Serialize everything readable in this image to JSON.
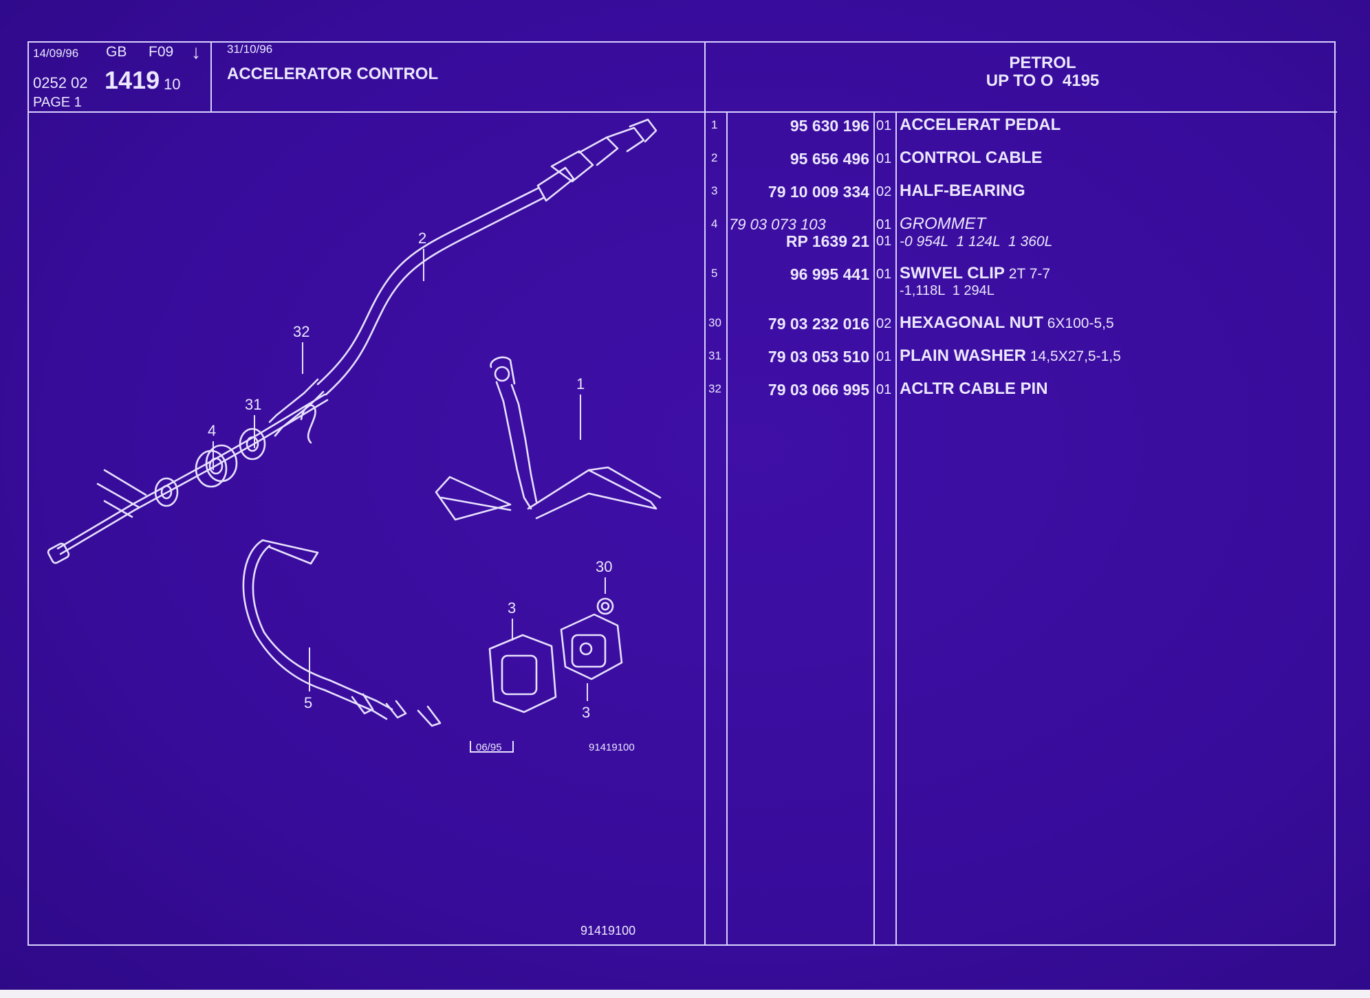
{
  "header": {
    "date1": "14/09/96",
    "country": "GB",
    "code": "F09",
    "arrow": "↓",
    "ref_prefix": "0252 02",
    "plate_number": "1419",
    "ref_suffix": "10",
    "page_label": "PAGE 1",
    "date2": "31/10/96",
    "title": "ACCELERATOR CONTROL",
    "fuel": "PETROL",
    "range": "UP TO O  4195"
  },
  "parts": [
    {
      "num": "1",
      "ref": "95 630 196",
      "qty": "01",
      "desc": "ACCELERAT PEDAL",
      "extra": ""
    },
    {
      "num": "2",
      "ref": "95 656 496",
      "qty": "01",
      "desc": "CONTROL CABLE",
      "extra": ""
    },
    {
      "num": "3",
      "ref": "79 10 009 334",
      "qty": "02",
      "desc": "HALF-BEARING",
      "extra": ""
    },
    {
      "num": "4",
      "ref": "79 03 073 103",
      "qty": "01",
      "desc": "GROMMET",
      "extra": "",
      "italic": true
    },
    {
      "num": "",
      "ref": "RP  1639 21",
      "qty": "01",
      "desc": "-0 954L  1 124L  1 360L",
      "extra": "",
      "italic": true
    },
    {
      "num": "5",
      "ref": "96 995 441",
      "qty": "01",
      "desc": "SWIVEL CLIP",
      "extra": " 2T 7-7"
    },
    {
      "num": "",
      "ref": "",
      "qty": "",
      "desc": "",
      "extra": "-1,118L  1 294L"
    },
    {
      "num": "30",
      "ref": "79 03 232 016",
      "qty": "02",
      "desc": "HEXAGONAL NUT",
      "extra": " 6X100-5,5"
    },
    {
      "num": "31",
      "ref": "79 03 053 510",
      "qty": "01",
      "desc": "PLAIN WASHER",
      "extra": " 14,5X27,5-1,5"
    },
    {
      "num": "32",
      "ref": "79 03 066 995",
      "qty": "01",
      "desc": "ACLTR CABLE PIN",
      "extra": ""
    }
  ],
  "diagram": {
    "callouts": [
      "2",
      "32",
      "31",
      "4",
      "1",
      "30",
      "3",
      "3",
      "5"
    ],
    "stamp_date": "06/95",
    "drawing_ref": "91419100",
    "footer_ref": "91419100"
  },
  "colors": {
    "background": "#3a0d9e",
    "lines": "#d9d2ff",
    "text": "#ece8ff"
  }
}
